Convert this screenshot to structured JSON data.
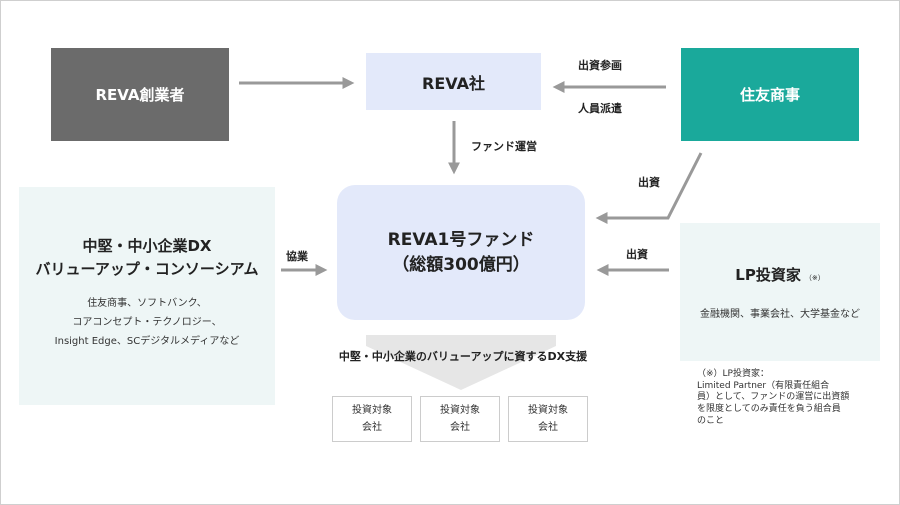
{
  "nodes": {
    "founder": "REVA創業者",
    "reva": "REVA社",
    "sumitomo": "住友商事",
    "fund_line1": "REVA1号ファンド",
    "fund_line2": "（総額300億円）",
    "consortium_title1": "中堅・中小企業DX",
    "consortium_title2": "バリューアップ・コンソーシアム",
    "consortium_members1": "住友商事、ソフトバンク、",
    "consortium_members2": "コアコンセプト・テクノロジー、",
    "consortium_members3": "Insight Edge、SCデジタルメディアなど",
    "lp_title": "LP投資家",
    "lp_mark": "（※）",
    "lp_desc": "金融機関、事業会社、大学基金など"
  },
  "edge_labels": {
    "capital_participation": "出資参画",
    "staff_dispatch": "人員派遣",
    "fund_management": "ファンド運営",
    "investment_sumitomo": "出資",
    "investment_lp": "出資",
    "cooperation": "協業"
  },
  "dx_support": "中堅・中小企業のバリューアップに資するDX支援",
  "targets": [
    {
      "line1": "投資対象",
      "line2": "会社"
    },
    {
      "line1": "投資対象",
      "line2": "会社"
    },
    {
      "line1": "投資対象",
      "line2": "会社"
    }
  ],
  "note": {
    "line1": "（※）LP投資家：",
    "line2": "Limited Partner（有限責任組合",
    "line3": "員）として、ファンドの運営に出資額",
    "line4": "を限度としてのみ責任を負う組合員",
    "line5": "のこと"
  },
  "colors": {
    "founder_bg": "#6b6b6b",
    "sumitomo_bg": "#1aa99b",
    "reva_bg": "#e3e9fa",
    "consortium_bg": "#eef6f6",
    "arrow": "#999999"
  }
}
